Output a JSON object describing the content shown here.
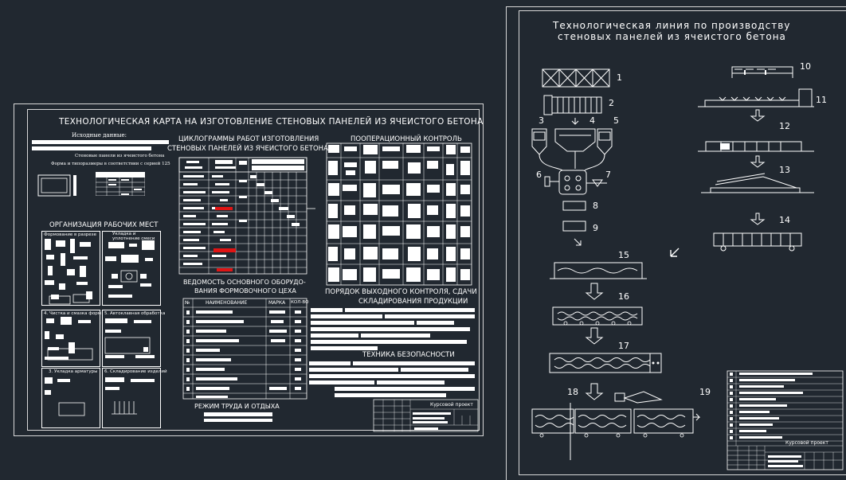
{
  "left_sheet": {
    "title": "ТЕХНОЛОГИЧЕСКАЯ КАРТА НА ИЗГОТОВЛЕНИЕ СТЕНОВЫХ ПАНЕЛЕЙ ИЗ ЯЧЕИСТОГО БЕТОНА",
    "initial_data": "Исходные данные:",
    "wall_panel_line": "Стеновые панели из ячеистого бетона",
    "shape_line": "Форма и типоразмеры в соответствии с серией 125",
    "cyclogram_title_1": "ЦИКЛОГРАММЫ РАБОТ ИЗГОТОВЛЕНИЯ",
    "cyclogram_title_2": "СТЕНОВЫХ ПАНЕЛЕЙ ИЗ ЯЧЕИСТОГО БЕТОНА",
    "operational_control": "ПООПЕРАЦИОННЫЙ КОНТРОЛЬ",
    "workplace_org": "ОРГАНИЗАЦИЯ РАБОЧИХ МЕСТ",
    "panel_1": "Формование в разрезе",
    "panel_2": "Укладка и уплотнение смеси",
    "panel_3": "4. Чистка и смазка форм",
    "panel_4": "5. Автоклавная обработка",
    "panel_5": "3. Укладка арматуры",
    "panel_6": "6. Складирование изделий",
    "equipment_1": "ВЕДОМОСТЬ ОСНОВНОГО ОБОРУДО-",
    "equipment_2": "ВАНИЯ ФОРМОВОЧНОГО ЦЕХА",
    "col_no": "№",
    "col_name": "НАИМЕНОВАНИЕ",
    "col_brand": "МАРКА",
    "col_qty": "КОЛ-ВО",
    "output_control_1": "ПОРЯДОК ВЫХОДНОГО КОНТРОЛЯ, СДАЧИ",
    "output_control_2": "СКЛАДИРОВАНИЯ ПРОДУКЦИИ",
    "safety": "ТЕХНИКА БЕЗОПАСНОСТИ",
    "work_rest": "РЕЖИМ ТРУДА И ОТДЫХА",
    "stamp_title": "Курсовой проект"
  },
  "right_sheet": {
    "title_1": "Технологическая линия по производству",
    "title_2": "стеновых панелей из ячеистого бетона",
    "stamp_title": "Курсовой проект",
    "labels": [
      "1",
      "2",
      "3",
      "4",
      "5",
      "6",
      "7",
      "8",
      "9",
      "10",
      "11",
      "12",
      "13",
      "14",
      "15",
      "16",
      "17",
      "18",
      "19"
    ]
  }
}
